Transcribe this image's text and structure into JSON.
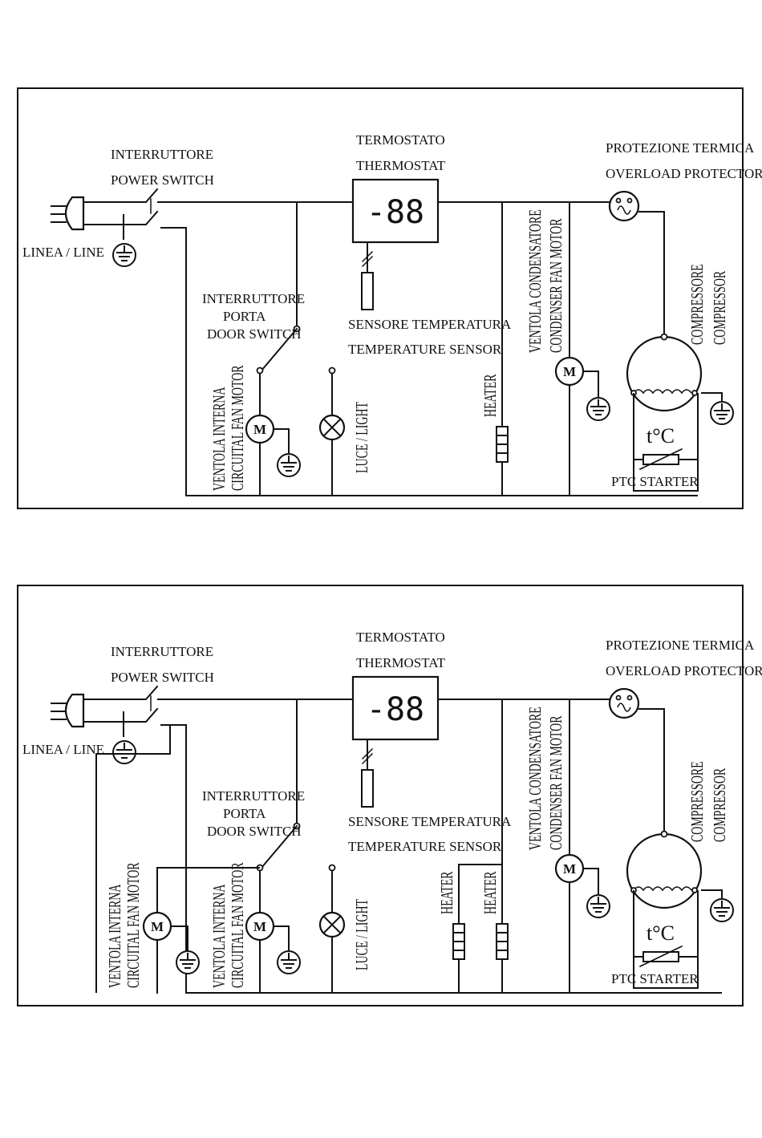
{
  "diagrams": [
    {
      "line": "LINEA / LINE",
      "power_switch": [
        "INTERRUTTORE",
        "POWER SWITCH"
      ],
      "thermostat": [
        "TERMOSTATO",
        "THERMOSTAT"
      ],
      "display": "-88",
      "overload": [
        "PROTEZIONE TERMICA",
        "OVERLOAD PROTECTOR"
      ],
      "door_switch": [
        "INTERRUTTORE",
        "PORTA",
        "DOOR SWITCH"
      ],
      "sensor": [
        "SENSORE TEMPERATURA",
        "TEMPERATURE SENSOR"
      ],
      "cond_fan": [
        "VENTOLA CONDENSATORE",
        "CONDENSER FAN MOTOR"
      ],
      "compressor": [
        "COMPRESSORE",
        "COMPRESSOR"
      ],
      "fan_internal": [
        [
          "VENTOLA INTERNA",
          "CIRCUITAL FAN MOTOR"
        ]
      ],
      "light": "LUCE / LIGHT",
      "heater": [
        "HEATER"
      ],
      "tc": "t°C",
      "ptc": "PTC STARTER",
      "motor_symbol": "M"
    },
    {
      "line": "LINEA / LINE",
      "power_switch": [
        "INTERRUTTORE",
        "POWER SWITCH"
      ],
      "thermostat": [
        "TERMOSTATO",
        "THERMOSTAT"
      ],
      "display": "-88",
      "overload": [
        "PROTEZIONE TERMICA",
        "OVERLOAD PROTECTOR"
      ],
      "door_switch": [
        "INTERRUTTORE",
        "PORTA",
        "DOOR SWITCH"
      ],
      "sensor": [
        "SENSORE TEMPERATURA",
        "TEMPERATURE SENSOR"
      ],
      "cond_fan": [
        "VENTOLA CONDENSATORE",
        "CONDENSER FAN MOTOR"
      ],
      "compressor": [
        "COMPRESSORE",
        "COMPRESSOR"
      ],
      "fan_internal": [
        [
          "VENTOLA INTERNA",
          "CIRCUITAL FAN MOTOR"
        ],
        [
          "VENTOLA INTERNA",
          "CIRCUITAL FAN MOTOR"
        ]
      ],
      "light": "LUCE / LIGHT",
      "heater": [
        "HEATER",
        "HEATER"
      ],
      "tc": "t°C",
      "ptc": "PTC STARTER",
      "motor_symbol": "M"
    }
  ]
}
